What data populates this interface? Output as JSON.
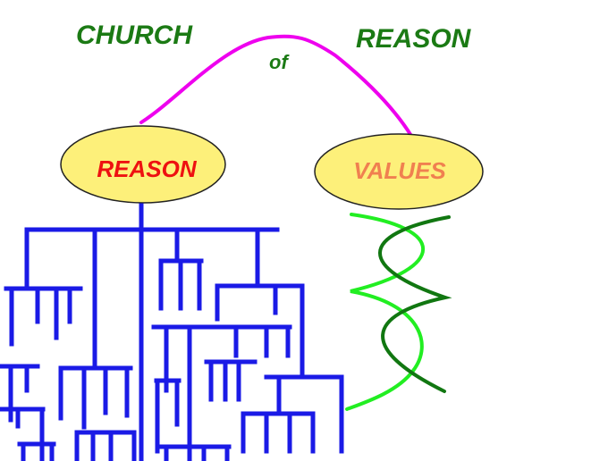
{
  "title": {
    "word1": "CHURCH",
    "word2": "of",
    "word3": "REASON"
  },
  "nodes": {
    "left": "REASON",
    "right": "VALUES"
  },
  "colors": {
    "title_green": "#1b7a14",
    "arc_magenta": "#ee00ee",
    "ellipse_fill": "#fdf07a",
    "ellipse_stroke": "#222222",
    "reason_red": "#ee1111",
    "values_orange": "#f08050",
    "tree_blue": "#1a1ae6",
    "strand_light": "#22ee22",
    "strand_dark": "#117711"
  }
}
